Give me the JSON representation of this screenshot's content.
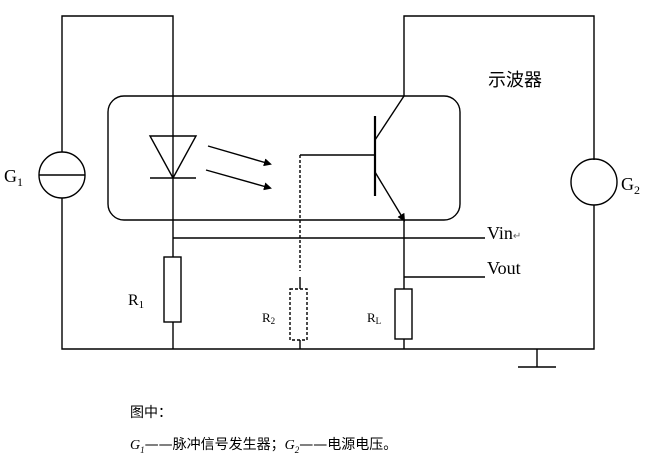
{
  "labels": {
    "g1_letter": "G",
    "g1_sub": "1",
    "g2_letter": "G",
    "g2_sub": "2",
    "oscilloscope": "示波器",
    "vin": "Vin",
    "vin_mark": "↵",
    "vout": "Vout",
    "r1_letter": "R",
    "r1_sub": "1",
    "r2_letter": "R",
    "r2_sub": "2",
    "rl_letter": "R",
    "rl_sub": "L"
  },
  "caption": {
    "heading": "图中：",
    "g1_letter": "G",
    "g1_sub": "1",
    "g1_desc": "——脉冲信号发生器；",
    "g2_letter": "G",
    "g2_sub": "2",
    "g2_desc": "——电源电压。"
  }
}
